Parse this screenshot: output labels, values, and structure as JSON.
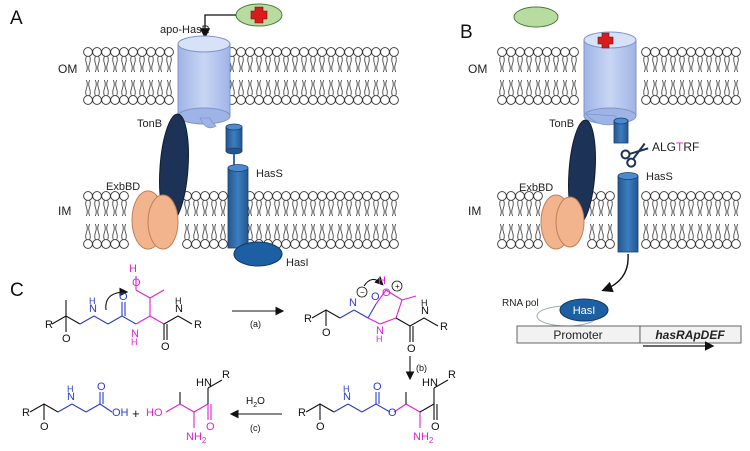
{
  "panels": {
    "a": "A",
    "b": "B",
    "c": "C"
  },
  "panel_a": {
    "receptor": "apo-HasR",
    "om": "OM",
    "im": "IM",
    "tonb": "TonB",
    "exbbd": "ExbBD",
    "hass": "HasS",
    "hasi": "HasI"
  },
  "panel_b": {
    "om": "OM",
    "im": "IM",
    "tonb": "TonB",
    "exbbd": "ExbBD",
    "hass": "HasS",
    "hasi": "HasI",
    "cleavage_pre": "ALG",
    "cleavage_mid": "T",
    "cleavage_post": "RF",
    "rna_pol": "RNA pol",
    "promoter": "Promoter",
    "gene": "hasRApDEF"
  },
  "panel_c": {
    "step_a": "(a)",
    "step_b": "(b)",
    "step_c": "(c)",
    "water": "H",
    "water_sub": "2",
    "water_tail": "O",
    "plus": "+",
    "atoms": {
      "R": "R",
      "N": "N",
      "H": "H",
      "O": "O",
      "OH": "OH",
      "HO": "HO",
      "NH2": "NH",
      "sub2": "2",
      "HN": "HN"
    }
  },
  "colors": {
    "membrane_head": "#ffffff",
    "receptor": "#b8c9ee",
    "tonb": "#1c3257",
    "exbbd": "#f2b48c",
    "hass": "#2f6fae",
    "hasi": "#1d5fa3",
    "heme_bg": "#b8dca0",
    "heme_cross": "#d81b1b",
    "glycine": "#2b3ccc",
    "threonine": "#e020d6"
  }
}
